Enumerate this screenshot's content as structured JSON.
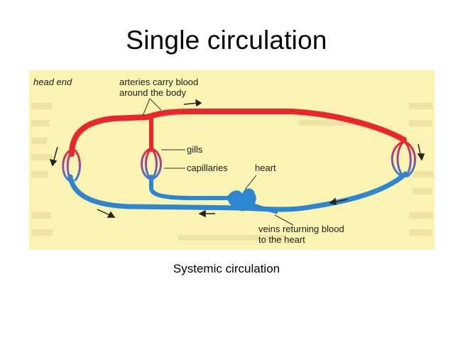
{
  "title": "Single circulation",
  "caption": "Systemic circulation",
  "diagram": {
    "labels": {
      "head_end": "head end",
      "arteries_line1": "arteries carry blood",
      "arteries_line2": "around the body",
      "gills": "gills",
      "capillaries": "capillaries",
      "heart": "heart",
      "veins_line1": "veins returning blood",
      "veins_line2": "to the heart"
    },
    "colors": {
      "background": "#fbf3b2",
      "oxygenated": "#e8262c",
      "deoxygenated": "#2d86cf",
      "arrows": "#222222"
    }
  }
}
